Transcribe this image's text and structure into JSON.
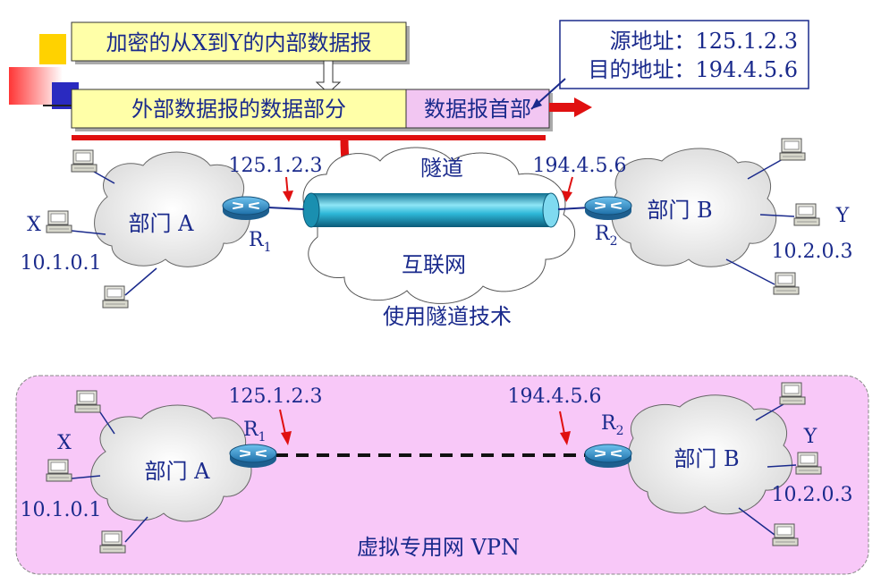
{
  "header": {
    "inner_datagram_label": "加密的从X到Y的内部数据报",
    "outer_data_label": "外部数据报的数据部分",
    "outer_header_label": "数据报首部",
    "source_address": "源地址：125.1.2.3",
    "destination_address": "目的地址：194.4.5.6"
  },
  "tunnel_scene": {
    "tunnel_label": "隧道",
    "internet_label": "互联网",
    "caption": "使用隧道技术",
    "r1_address": "125.1.2.3",
    "r2_address": "194.4.5.6",
    "dept_a": "部门 A",
    "dept_b": "部门 B",
    "r1_label": "R",
    "r1_sub": "1",
    "r2_label": "R",
    "r2_sub": "2",
    "host_x": "X",
    "host_x_ip": "10.1.0.1",
    "host_y": "Y",
    "host_y_ip": "10.2.0.3"
  },
  "vpn_scene": {
    "caption": "虚拟专用网 VPN",
    "r1_address": "125.1.2.3",
    "r2_address": "194.4.5.6",
    "dept_a": "部门 A",
    "dept_b": "部门 B",
    "r1_label": "R",
    "r1_sub": "1",
    "r2_label": "R",
    "r2_sub": "2",
    "host_x": "X",
    "host_x_ip": "10.1.0.1",
    "host_y": "Y",
    "host_y_ip": "10.2.0.3"
  },
  "colors": {
    "text_blue": "#1a2a8c",
    "packet_yellow": "#ffffa8",
    "packet_header_pink": "#f2c6f2",
    "vpn_background": "#f8c8f8",
    "tunnel_cyan": "#2eb8d8",
    "arrow_red": "#e01010",
    "router_blue": "#2f8fc8"
  }
}
